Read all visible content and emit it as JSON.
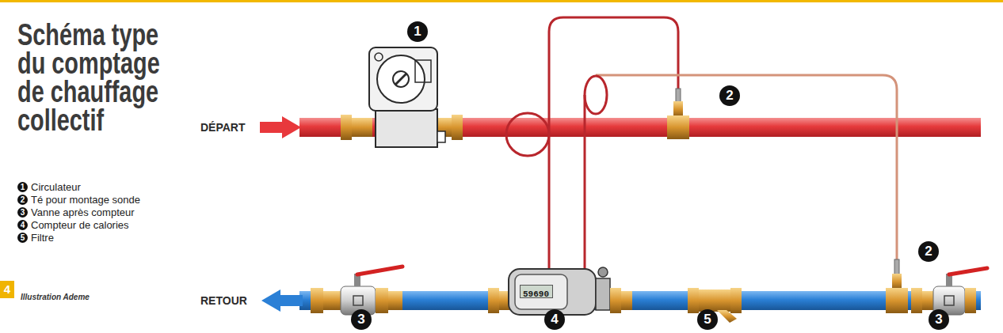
{
  "diagram": {
    "title": "Schéma type du comptage de chauffage collectif",
    "caption": "Illustration Ademe",
    "nodes": [
      {
        "text": [
          "59690"
        ]
      }
    ],
    "labels": [
      "DÉPART",
      "RETOUR",
      "1",
      "2",
      "2",
      "3",
      "4",
      "5",
      "3",
      "1",
      "2",
      "3",
      "4",
      "5",
      "4"
    ],
    "legend": [
      {
        "text": "Circulateur"
      },
      {
        "text": "Té pour montage sonde"
      },
      {
        "text": "Vanne après compteur"
      },
      {
        "text": "Compteur de calories"
      },
      {
        "text": "Filtre"
      }
    ]
  }
}
